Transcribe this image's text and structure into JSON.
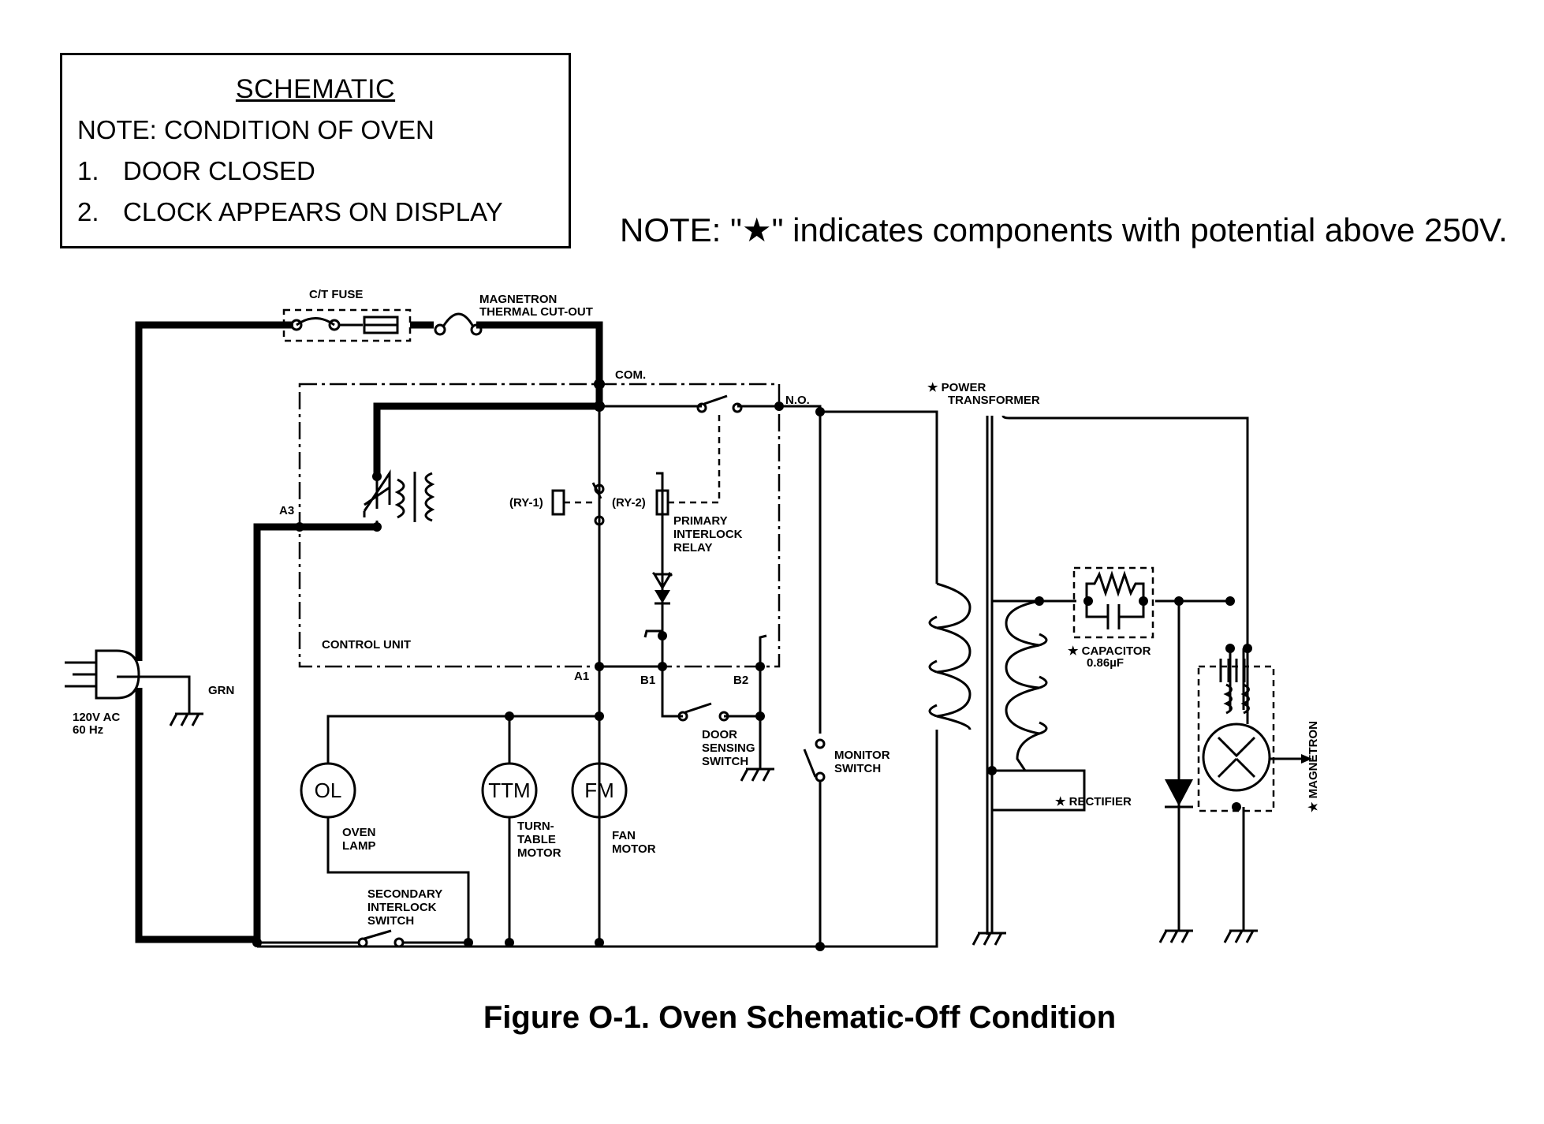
{
  "note_box": {
    "title": "SCHEMATIC",
    "line0": "NOTE: CONDITION OF OVEN",
    "item1_num": "1.",
    "item1_text": "DOOR CLOSED",
    "item2_num": "2.",
    "item2_text": "CLOCK APPEARS ON DISPLAY"
  },
  "hv_note": "NOTE: \"★\" indicates components with potential above 250V.",
  "labels": {
    "ct_fuse": "C/T FUSE",
    "mag_cutout_1": "MAGNETRON",
    "mag_cutout_2": "THERMAL CUT-OUT",
    "com": "COM.",
    "no": "N.O.",
    "power_transformer_1": "★ POWER",
    "power_transformer_2": "TRANSFORMER",
    "a3": "A3",
    "ry1": "(RY-1)",
    "ry2": "(RY-2)",
    "primary_1": "PRIMARY",
    "primary_2": "INTERLOCK",
    "primary_3": "RELAY",
    "control_unit": "CONTROL UNIT",
    "a1": "A1",
    "b1": "B1",
    "b2": "B2",
    "capacitor_1": "★ CAPACITOR",
    "capacitor_2": "0.86µF",
    "grn": "GRN",
    "ac_1": "120V AC",
    "ac_2": "60 Hz",
    "door_1": "DOOR",
    "door_2": "SENSING",
    "door_3": "SWITCH",
    "monitor_1": "MONITOR",
    "monitor_2": "SWITCH",
    "ol": "OL",
    "ttm": "TTM",
    "fm": "FM",
    "oven_lamp_1": "OVEN",
    "oven_lamp_2": "LAMP",
    "ttm_1": "TURN-",
    "ttm_2": "TABLE",
    "ttm_3": "MOTOR",
    "fan_1": "FAN",
    "fan_2": "MOTOR",
    "rectifier": "★ RECTIFIER",
    "magnetron": "★ MAGNETRON",
    "secondary_1": "SECONDARY",
    "secondary_2": "INTERLOCK",
    "secondary_3": "SWITCH"
  },
  "caption": "Figure O-1. Oven Schematic-Off Condition"
}
